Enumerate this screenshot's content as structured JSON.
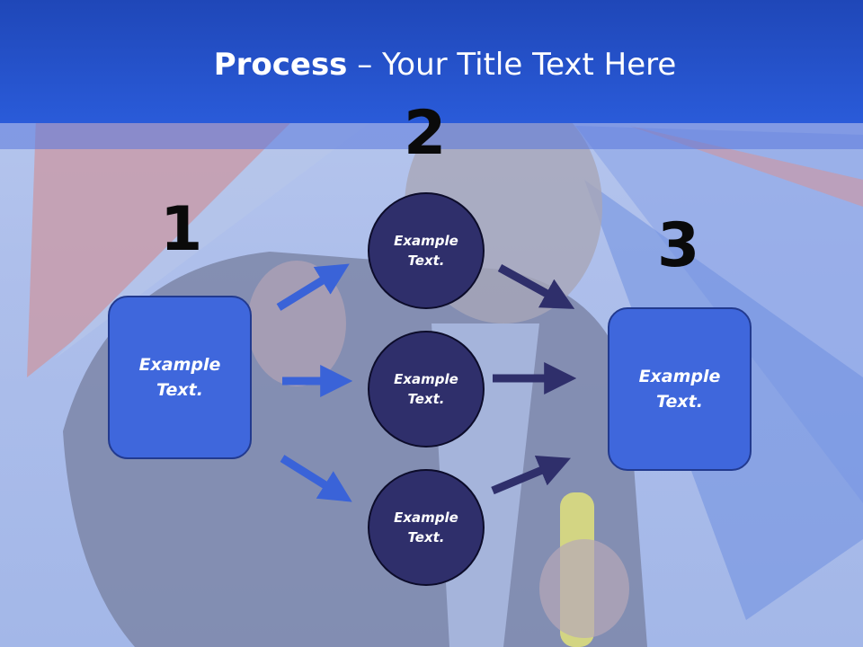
{
  "title": {
    "bold": "Process",
    "rest": " – Your Title Text Here"
  },
  "steps": {
    "n1": "1",
    "n2": "2",
    "n3": "3",
    "left_box": [
      "Example",
      "Text."
    ],
    "right_box": [
      "Example",
      "Text."
    ],
    "circles": [
      [
        "Example",
        "Text."
      ],
      [
        "Example",
        "Text."
      ],
      [
        "Example",
        "Text."
      ]
    ]
  },
  "colors": {
    "header": "#2a5bd9",
    "box": "#3f67dc",
    "circle": "#2f2f6b",
    "arrow_light": "#3a63d8",
    "arrow_dark": "#2f2f6b"
  }
}
